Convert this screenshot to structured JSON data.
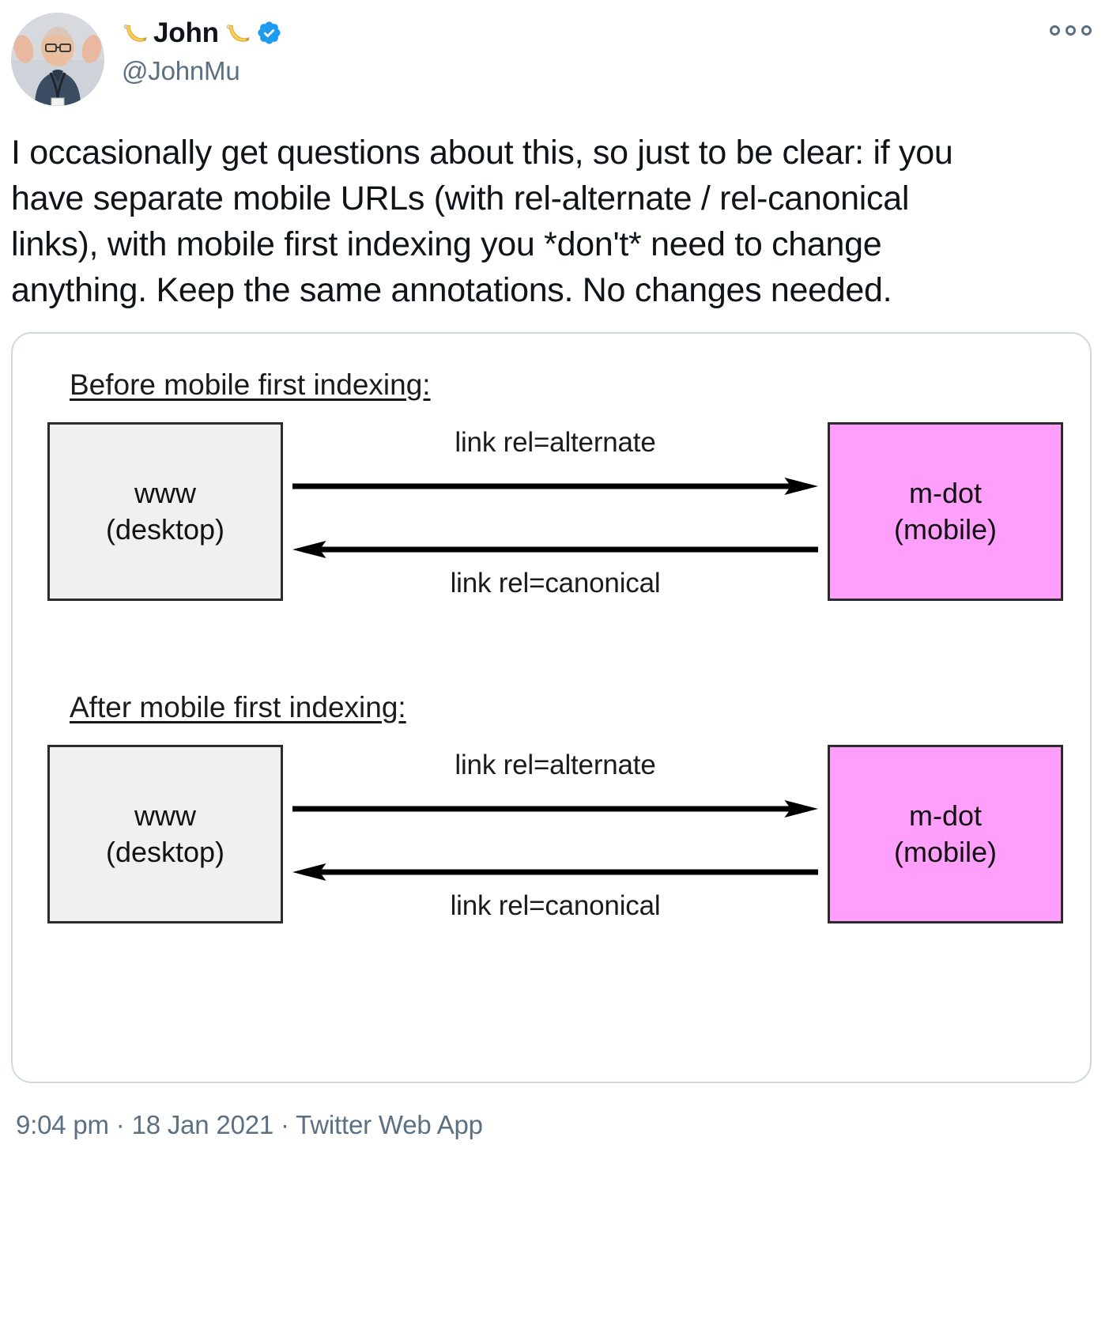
{
  "tweet": {
    "author": {
      "display_name": "John",
      "emoji_left": "banana",
      "emoji_right": "banana",
      "verified_badge": "verified-icon",
      "handle": "@JohnMu",
      "avatar": "avatar-photo"
    },
    "more_menu": "more-options-icon",
    "text": "I occasionally get questions about this, so just to be clear: if you have separate mobile URLs (with rel-alternate / rel-canonical links), with mobile first indexing you *don't* need to change anything. Keep the same annotations. No changes needed.",
    "footer": "9:04 pm · 18 Jan 2021 · Twitter Web App"
  },
  "media": {
    "alt": "diagram-mobile-first-indexing",
    "sections": [
      {
        "title": "Before mobile first indexing:",
        "left_node": {
          "line1": "www",
          "line2": "(desktop)"
        },
        "right_node": {
          "line1": "m-dot",
          "line2": "(mobile)"
        },
        "label_top": "link rel=alternate",
        "label_bottom": "link rel=canonical"
      },
      {
        "title": "After mobile first indexing:",
        "left_node": {
          "line1": "www",
          "line2": "(desktop)"
        },
        "right_node": {
          "line1": "m-dot",
          "line2": "(mobile)"
        },
        "label_top": "link rel=alternate",
        "label_bottom": "link rel=canonical"
      }
    ]
  },
  "colors": {
    "desktop_box": "#f0f0f0",
    "mobile_box": "#ff9ffb",
    "box_border": "#2b2b2b",
    "verified_blue": "#1d9bf0",
    "secondary_text": "#5b7083",
    "card_border": "#cfd9de"
  }
}
